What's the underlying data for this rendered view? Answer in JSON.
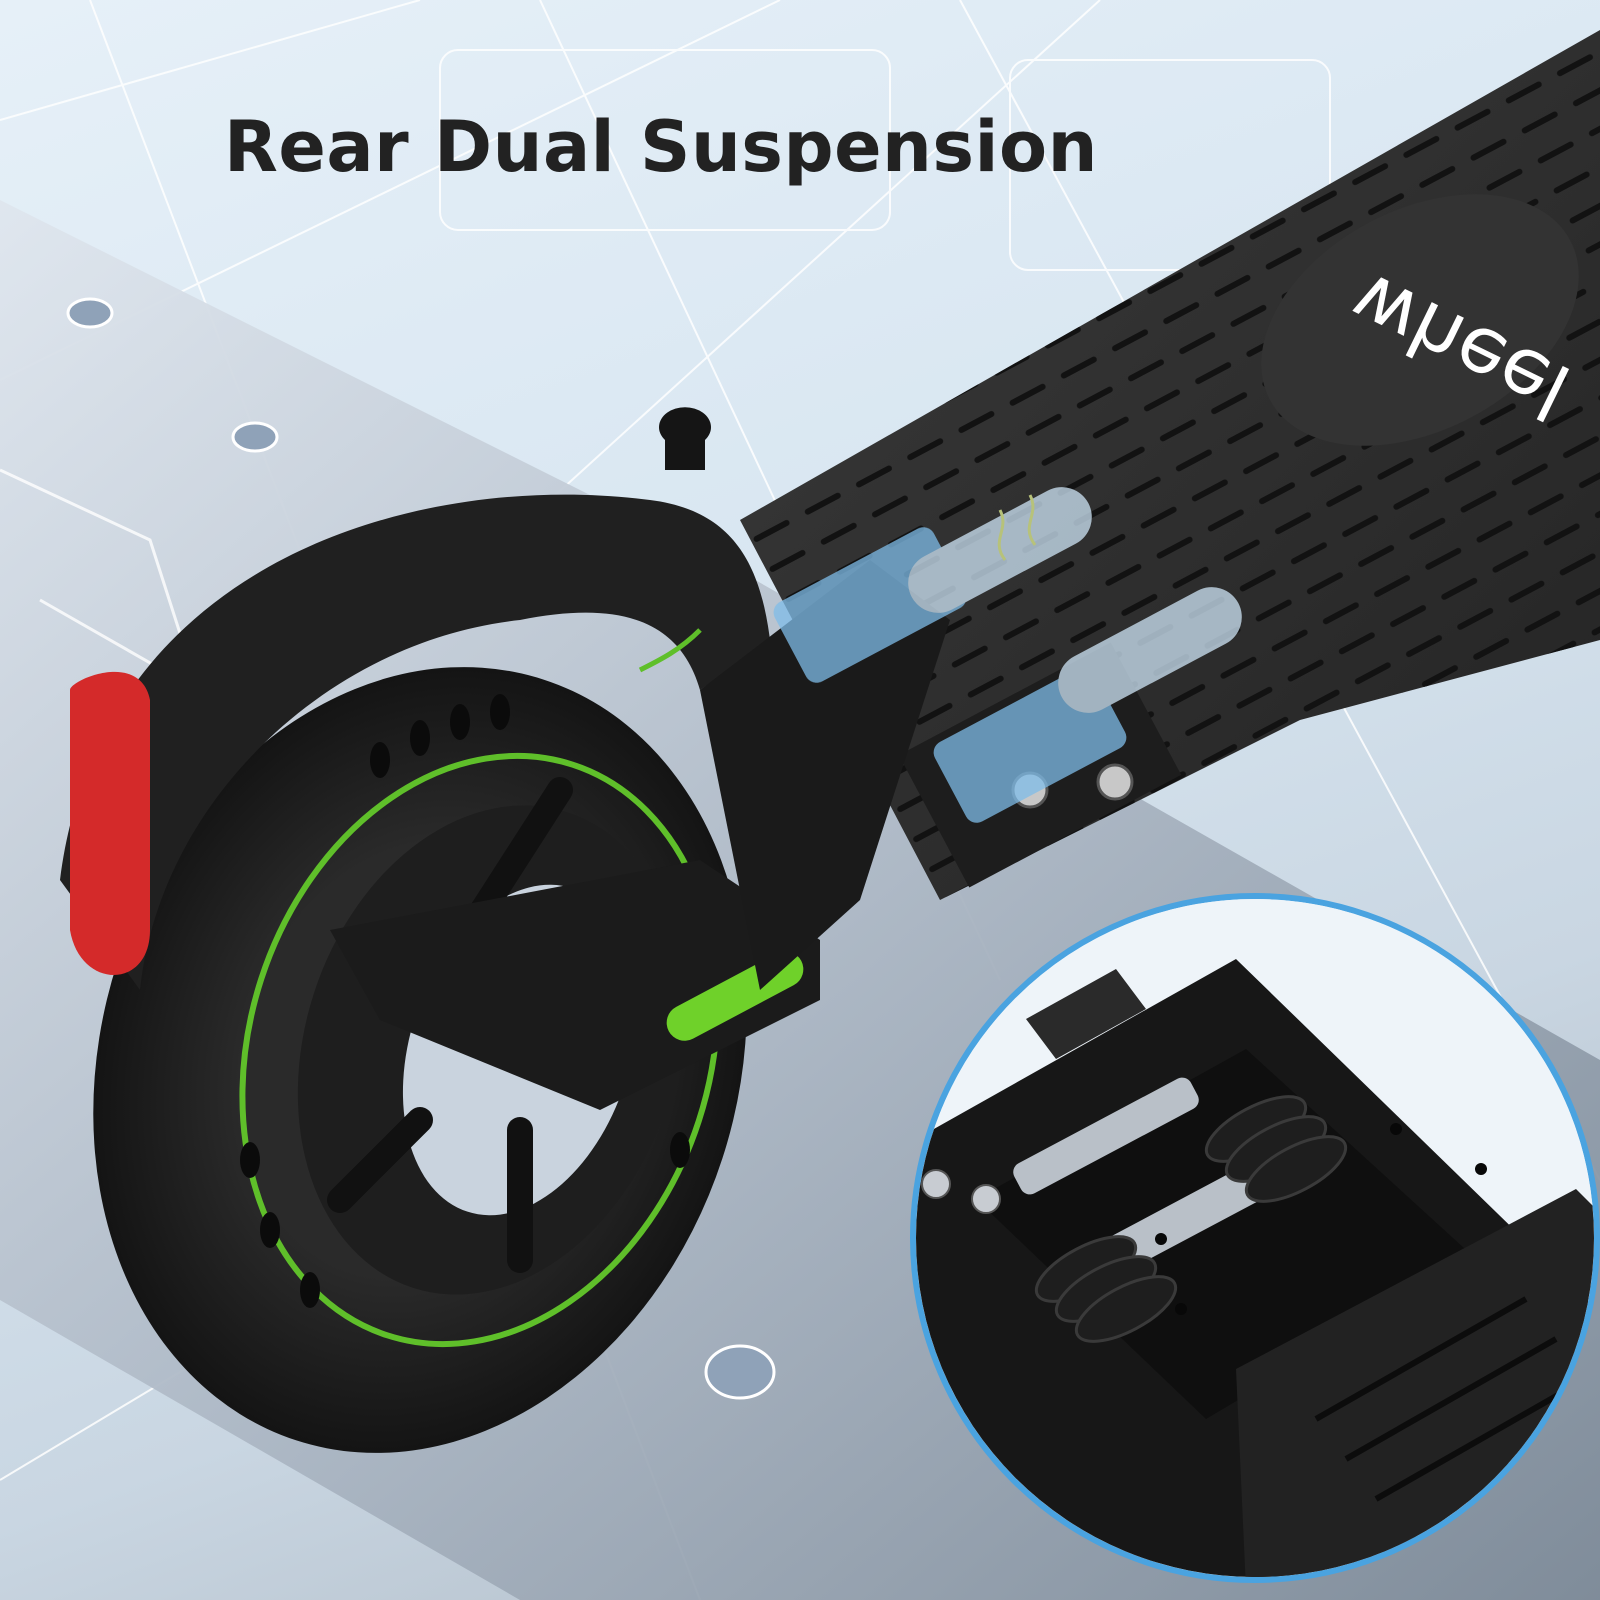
{
  "headline": {
    "text": "Rear Dual Suspension",
    "color": "#222222"
  },
  "brand_mark": {
    "text": "wheel",
    "color": "#ffffff"
  },
  "colors": {
    "background_light": "#e6f0f8",
    "deck_dark": "#2e2e2e",
    "deck_grip": "#1a1a1a",
    "tire_black": "#1c1c1c",
    "rim_accent_green": "#5fbf2a",
    "reflector_red": "#d42a2a",
    "reflector_green": "#6fd12a",
    "suspension_highlight_blue": "#7fbde8",
    "detail_circle_border": "#4aa3e0",
    "metal_platform": "#b8c4d0"
  },
  "image_elements": {
    "deck_icon": "scooter-deck",
    "wheel_icon": "rear-wheel",
    "fender_icon": "rear-fender",
    "springs_icon": "dual-suspension-springs",
    "detail_icon": "suspension-closeup"
  }
}
